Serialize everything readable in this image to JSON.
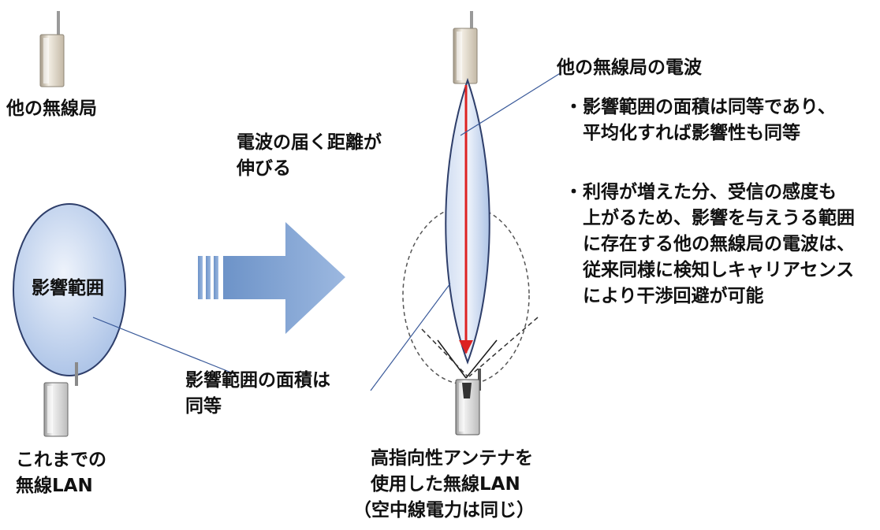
{
  "labels": {
    "other_station_left": "他の無線局",
    "other_station_wave": "他の無線局の電波",
    "wave_reach": [
      "電波の届く距離が",
      "伸びる"
    ],
    "influence_range": "影響範囲",
    "same_area": [
      "影響範囲の面積は",
      "同等"
    ],
    "conventional_lan": [
      "これまでの",
      "無線LAN"
    ],
    "directional_lan": [
      "高指向性アンテナを",
      "使用した無線LAN"
    ],
    "power_note": "（空中線電力は同じ）"
  },
  "notes": [
    [
      "・影響範囲の面積は同等であり、",
      "　平均化すれば影響性も同等"
    ],
    [
      "・利得が増えた分、受信の感度も",
      "　上がるため、影響を与えうる範囲",
      "　に存在する他の無線局の電波は、",
      "　従来同様に検知しキャリアセンス",
      "　により干渉回避が可能"
    ]
  ],
  "colors": {
    "ellipse_fill": "#bcd0ec",
    "ellipse_stroke": "#2e3e6a",
    "arrow_fill": "#7a9dcc",
    "signal_arrow": "#dd2222",
    "leader_line": "#3a5a9a"
  },
  "icons": [
    "access-point-icon"
  ]
}
